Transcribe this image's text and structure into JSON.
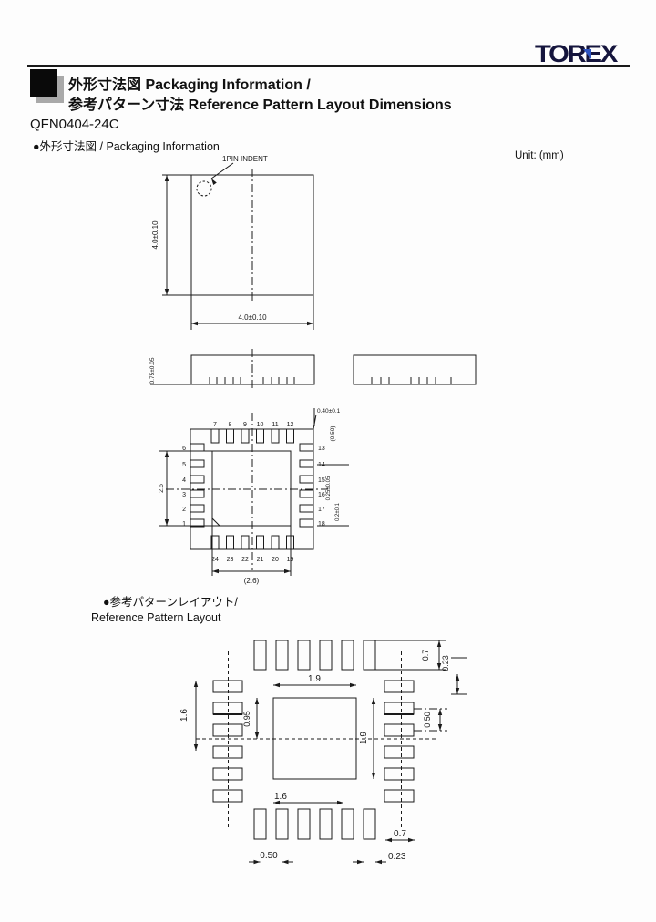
{
  "header": {
    "logo_text": "TOREX",
    "title_line1": "外形寸法図 Packaging Information /",
    "title_line2": "参考パターン寸法  Reference Pattern Layout Dimensions",
    "part_number": "QFN0404-24C",
    "section_packaging": "●外形寸法図  / Packaging Information",
    "unit": "Unit: (mm)"
  },
  "top_view": {
    "pin1_label": "1PIN INDENT",
    "dim_width": "4.0±0.10",
    "dim_height": "4.0±0.10"
  },
  "side_view": {
    "dim_height": "0.75±0.05"
  },
  "bottom_view": {
    "pins_top": [
      "7",
      "8",
      "9",
      "10",
      "11",
      "12"
    ],
    "pins_left": [
      "6",
      "5",
      "4",
      "3",
      "2",
      "1"
    ],
    "pins_right": [
      "13",
      "14",
      "15",
      "16",
      "17",
      "18"
    ],
    "pins_bottom": [
      "24",
      "23",
      "22",
      "21",
      "20",
      "19"
    ],
    "dim_lead_length": "0.40±0.1",
    "dim_pitch": "(0.50)",
    "dim_lead_width": "0.25±0.05",
    "dim_lead_tip": "0.2±0.1",
    "dim_epad_height": "2.6",
    "dim_epad_width": "(2.6)"
  },
  "pattern_section": {
    "title_jp": "●参考パターンレイアウト/",
    "title_en": "Reference Pattern Layout"
  },
  "pattern": {
    "dim_inner_width": "1.9",
    "dim_inner_height": "1.9",
    "dim_left_span": "1.6",
    "dim_half_span": "0.95",
    "dim_bottom_span": "1.6",
    "dim_pad_height_top": "0.7",
    "dim_pad_width_top": "0.23",
    "dim_pitch_right": "0.50",
    "dim_pad_height_bottom": "0.7",
    "dim_pitch_bottom": "0.50",
    "dim_pad_width_bottom": "0.23"
  }
}
